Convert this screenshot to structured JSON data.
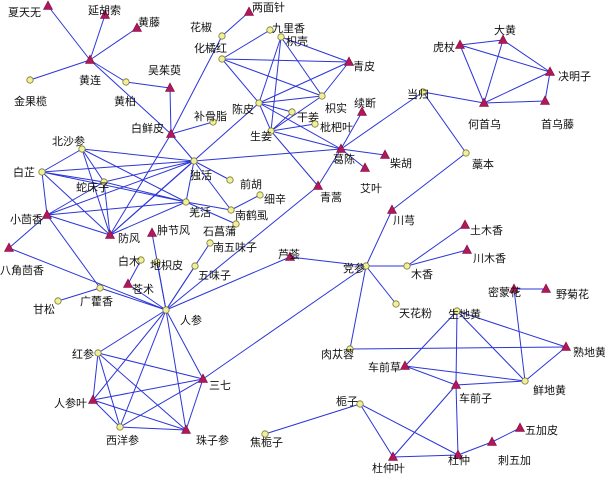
{
  "graph": {
    "nodes": [
      {
        "id": "xiatianwu",
        "label": "夏天无",
        "kind": "square"
      },
      {
        "id": "yanhusuo",
        "label": "延胡索",
        "kind": "square"
      },
      {
        "id": "huangteng",
        "label": "黄藤",
        "kind": "square"
      },
      {
        "id": "huanglian",
        "label": "黄连",
        "kind": "square"
      },
      {
        "id": "jinguolan",
        "label": "金果榄",
        "kind": "round"
      },
      {
        "id": "huangbai",
        "label": "黄柏",
        "kind": "round"
      },
      {
        "id": "wuzhuyu",
        "label": "吴茱萸",
        "kind": "square"
      },
      {
        "id": "huajiao",
        "label": "花椒",
        "kind": "round"
      },
      {
        "id": "liangmianzhen",
        "label": "两面针",
        "kind": "square"
      },
      {
        "id": "jiulixiang",
        "label": "九里香",
        "kind": "round"
      },
      {
        "id": "huajuhong",
        "label": "化橘红",
        "kind": "round"
      },
      {
        "id": "zhiqiao",
        "label": "枳壳",
        "kind": "round"
      },
      {
        "id": "qingpi",
        "label": "青皮",
        "kind": "square"
      },
      {
        "id": "chenpi",
        "label": "陈皮",
        "kind": "round"
      },
      {
        "id": "zhishi",
        "label": "枳实",
        "kind": "round"
      },
      {
        "id": "ganjiang",
        "label": "干姜",
        "kind": "round"
      },
      {
        "id": "pipaye",
        "label": "枇杷叶",
        "kind": "round"
      },
      {
        "id": "shengjiang",
        "label": "生姜",
        "kind": "round"
      },
      {
        "id": "xuduan",
        "label": "续断",
        "kind": "square"
      },
      {
        "id": "danggui",
        "label": "当归",
        "kind": "round"
      },
      {
        "id": "gegen",
        "label": "葛陈",
        "kind": "square"
      },
      {
        "id": "chaihu",
        "label": "柴胡",
        "kind": "square"
      },
      {
        "id": "aiye",
        "label": "艾叶",
        "kind": "square"
      },
      {
        "id": "qinghao",
        "label": "青蒿",
        "kind": "square"
      },
      {
        "id": "gaoben",
        "label": "藁本",
        "kind": "round"
      },
      {
        "id": "huzhang",
        "label": "虎杖",
        "kind": "square"
      },
      {
        "id": "dahuang",
        "label": "大黄",
        "kind": "square"
      },
      {
        "id": "juemingzi",
        "label": "决明子",
        "kind": "square"
      },
      {
        "id": "heshouwu",
        "label": "何首乌",
        "kind": "square"
      },
      {
        "id": "shouwuteng",
        "label": "首乌藤",
        "kind": "square"
      },
      {
        "id": "baixianpi",
        "label": "白鲜皮",
        "kind": "square"
      },
      {
        "id": "buguzhi",
        "label": "补骨脂",
        "kind": "round"
      },
      {
        "id": "beishashen",
        "label": "北沙参",
        "kind": "round"
      },
      {
        "id": "baizhi",
        "label": "白芷",
        "kind": "round"
      },
      {
        "id": "shechuangzi",
        "label": "蛇床子",
        "kind": "round"
      },
      {
        "id": "duhuo",
        "label": "独活",
        "kind": "round"
      },
      {
        "id": "qianhu",
        "label": "前胡",
        "kind": "round"
      },
      {
        "id": "xiaohuixiang",
        "label": "小茴香",
        "kind": "square"
      },
      {
        "id": "fangfeng",
        "label": "防风",
        "kind": "square"
      },
      {
        "id": "qianghuo",
        "label": "羌活",
        "kind": "round"
      },
      {
        "id": "nanhese",
        "label": "南鹤虱",
        "kind": "round"
      },
      {
        "id": "xixin",
        "label": "细辛",
        "kind": "round"
      },
      {
        "id": "shichangpu",
        "label": "石菖蒲",
        "kind": "round"
      },
      {
        "id": "chuanxiong",
        "label": "川芎",
        "kind": "square"
      },
      {
        "id": "tumuxiang",
        "label": "土木香",
        "kind": "square"
      },
      {
        "id": "chuanmuxiang",
        "label": "川木香",
        "kind": "square"
      },
      {
        "id": "bajiaohuixiang",
        "label": "八角茴香",
        "kind": "square"
      },
      {
        "id": "zhongjiefeng",
        "label": "肿节风",
        "kind": "square"
      },
      {
        "id": "nanwuweizi",
        "label": "南五味子",
        "kind": "round"
      },
      {
        "id": "baimu",
        "label": "白木",
        "kind": "round"
      },
      {
        "id": "dizhipi",
        "label": "地枳皮",
        "kind": "round"
      },
      {
        "id": "wuweizi",
        "label": "五味子",
        "kind": "round"
      },
      {
        "id": "luhui",
        "label": "芦荟",
        "kind": "square"
      },
      {
        "id": "dangshen",
        "label": "党参",
        "kind": "round"
      },
      {
        "id": "muxiang",
        "label": "木香",
        "kind": "round"
      },
      {
        "id": "cangzhu",
        "label": "苍术",
        "kind": "square"
      },
      {
        "id": "guanghuoxiang",
        "label": "广藿香",
        "kind": "round"
      },
      {
        "id": "gansong",
        "label": "甘松",
        "kind": "round"
      },
      {
        "id": "tianxianfen",
        "label": "天花粉",
        "kind": "round"
      },
      {
        "id": "renshen",
        "label": "人参",
        "kind": "round"
      },
      {
        "id": "mimenghua",
        "label": "密蒙花",
        "kind": "square"
      },
      {
        "id": "yejuhua",
        "label": "野菊花",
        "kind": "square"
      },
      {
        "id": "shengdihuang",
        "label": "生地黄",
        "kind": "round"
      },
      {
        "id": "shudihuang",
        "label": "熟地黄",
        "kind": "square"
      },
      {
        "id": "roucongrong",
        "label": "肉苁蓉",
        "kind": "round"
      },
      {
        "id": "hongshen",
        "label": "红参",
        "kind": "round"
      },
      {
        "id": "cheqiancao",
        "label": "车前草",
        "kind": "square"
      },
      {
        "id": "xiandihuang",
        "label": "鲜地黄",
        "kind": "round"
      },
      {
        "id": "sanqi",
        "label": "三七",
        "kind": "square"
      },
      {
        "id": "renshenye",
        "label": "人参叶",
        "kind": "square"
      },
      {
        "id": "cheqianzi",
        "label": "车前子",
        "kind": "square"
      },
      {
        "id": "zhizi",
        "label": "栀子",
        "kind": "round"
      },
      {
        "id": "wujiapi",
        "label": "五加皮",
        "kind": "square"
      },
      {
        "id": "xiyangshen",
        "label": "西洋参",
        "kind": "round"
      },
      {
        "id": "zhuzishen",
        "label": "珠子参",
        "kind": "square"
      },
      {
        "id": "jiaozhizi",
        "label": "焦栀子",
        "kind": "round"
      },
      {
        "id": "duzhongye",
        "label": "杜仲叶",
        "kind": "square"
      },
      {
        "id": "duzhong",
        "label": "杜仲",
        "kind": "square"
      },
      {
        "id": "ciwujia",
        "label": "刺五加",
        "kind": "square"
      }
    ],
    "edges": [
      [
        "yanhusuo",
        "huanglian"
      ],
      [
        "huangteng",
        "huanglian"
      ],
      [
        "xiatianwu",
        "huanglian"
      ],
      [
        "huanglian",
        "jinguolan"
      ],
      [
        "huanglian",
        "huangbai"
      ],
      [
        "huanglian",
        "baixianpi"
      ],
      [
        "huangbai",
        "wuzhuyu"
      ],
      [
        "baixianpi",
        "huajiao"
      ],
      [
        "huajiao",
        "liangmianzhen"
      ],
      [
        "baixianpi",
        "wuzhuyu"
      ],
      [
        "baixianpi",
        "buguzhi"
      ],
      [
        "baixianpi",
        "duhuo"
      ],
      [
        "baixianpi",
        "fangfeng"
      ],
      [
        "huajuhong",
        "chenpi"
      ],
      [
        "huajuhong",
        "zhishi"
      ],
      [
        "huajuhong",
        "qingpi"
      ],
      [
        "huajuhong",
        "jiulixiang"
      ],
      [
        "zhiqiao",
        "chenpi"
      ],
      [
        "zhiqiao",
        "zhishi"
      ],
      [
        "zhiqiao",
        "qingpi"
      ],
      [
        "zhiqiao",
        "shengjiang"
      ],
      [
        "qingpi",
        "chenpi"
      ],
      [
        "qingpi",
        "zhishi"
      ],
      [
        "chenpi",
        "zhishi"
      ],
      [
        "chenpi",
        "shengjiang"
      ],
      [
        "chenpi",
        "ganjiang"
      ],
      [
        "chenpi",
        "gegen"
      ],
      [
        "chenpi",
        "fangfeng"
      ],
      [
        "zhishi",
        "shengjiang"
      ],
      [
        "shengjiang",
        "pipaye"
      ],
      [
        "shengjiang",
        "gegen"
      ],
      [
        "shengjiang",
        "ganjiang"
      ],
      [
        "shengjiang",
        "qinghao"
      ],
      [
        "gegen",
        "xuduan"
      ],
      [
        "gegen",
        "chaihu"
      ],
      [
        "gegen",
        "aiye"
      ],
      [
        "gegen",
        "danggui"
      ],
      [
        "gegen",
        "duhuo"
      ],
      [
        "gegen",
        "qinghao"
      ],
      [
        "danggui",
        "gaoben"
      ],
      [
        "danggui",
        "heshouwu"
      ],
      [
        "gaoben",
        "chuanxiong"
      ],
      [
        "huzhang",
        "dahuang"
      ],
      [
        "huzhang",
        "heshouwu"
      ],
      [
        "huzhang",
        "juemingzi"
      ],
      [
        "dahuang",
        "heshouwu"
      ],
      [
        "dahuang",
        "juemingzi"
      ],
      [
        "juemingzi",
        "heshouwu"
      ],
      [
        "juemingzi",
        "shouwuteng"
      ],
      [
        "heshouwu",
        "shouwuteng"
      ],
      [
        "beishashen",
        "baizhi"
      ],
      [
        "beishashen",
        "duhuo"
      ],
      [
        "beishashen",
        "fangfeng"
      ],
      [
        "beishashen",
        "shechuangzi"
      ],
      [
        "beishashen",
        "qianghuo"
      ],
      [
        "baizhi",
        "duhuo"
      ],
      [
        "baizhi",
        "shechuangzi"
      ],
      [
        "baizhi",
        "xiaohuixiang"
      ],
      [
        "baizhi",
        "fangfeng"
      ],
      [
        "baizhi",
        "qianghuo"
      ],
      [
        "shechuangzi",
        "duhuo"
      ],
      [
        "shechuangzi",
        "xiaohuixiang"
      ],
      [
        "shechuangzi",
        "fangfeng"
      ],
      [
        "shechuangzi",
        "qianghuo"
      ],
      [
        "duhuo",
        "qianhu"
      ],
      [
        "duhuo",
        "qianghuo"
      ],
      [
        "duhuo",
        "nanhese"
      ],
      [
        "duhuo",
        "fangfeng"
      ],
      [
        "duhuo",
        "xiaohuixiang"
      ],
      [
        "qianghuo",
        "nanhese"
      ],
      [
        "qianghuo",
        "fangfeng"
      ],
      [
        "qianghuo",
        "shichangpu"
      ],
      [
        "qianghuo",
        "xiaohuixiang"
      ],
      [
        "nanhese",
        "xixin"
      ],
      [
        "xiaohuixiang",
        "fangfeng"
      ],
      [
        "xiaohuixiang",
        "bajiaohuixiang"
      ],
      [
        "xiaohuixiang",
        "guanghuoxiang"
      ],
      [
        "bajiaohuixiang",
        "renshen"
      ],
      [
        "zhongjiefeng",
        "renshen"
      ],
      [
        "nanwuweizi",
        "renshen"
      ],
      [
        "dizhipi",
        "renshen"
      ],
      [
        "wuweizi",
        "renshen"
      ],
      [
        "baimu",
        "cangzhu"
      ],
      [
        "cangzhu",
        "renshen"
      ],
      [
        "guanghuoxiang",
        "renshen"
      ],
      [
        "gansong",
        "guanghuoxiang"
      ],
      [
        "renshen",
        "luhui"
      ],
      [
        "renshen",
        "qinghao"
      ],
      [
        "renshen",
        "hongshen"
      ],
      [
        "renshen",
        "renshenye"
      ],
      [
        "renshen",
        "sanqi"
      ],
      [
        "renshen",
        "xiyangshen"
      ],
      [
        "renshen",
        "zhuzishen"
      ],
      [
        "luhui",
        "dangshen"
      ],
      [
        "dangshen",
        "roucongrong"
      ],
      [
        "dangshen",
        "chuanxiong"
      ],
      [
        "dangshen",
        "tianxianfen"
      ],
      [
        "sanqi",
        "dangshen"
      ],
      [
        "muxiang",
        "tumuxiang"
      ],
      [
        "muxiang",
        "chuanmuxiang"
      ],
      [
        "muxiang",
        "dangshen"
      ],
      [
        "hongshen",
        "renshenye"
      ],
      [
        "hongshen",
        "xiyangshen"
      ],
      [
        "hongshen",
        "zhuzishen"
      ],
      [
        "hongshen",
        "sanqi"
      ],
      [
        "renshenye",
        "xiyangshen"
      ],
      [
        "renshenye",
        "zhuzishen"
      ],
      [
        "renshenye",
        "sanqi"
      ],
      [
        "xiyangshen",
        "zhuzishen"
      ],
      [
        "xiyangshen",
        "sanqi"
      ],
      [
        "zhuzishen",
        "sanqi"
      ],
      [
        "roucongrong",
        "shudihuang"
      ],
      [
        "mimenghua",
        "yejuhua"
      ],
      [
        "mimenghua",
        "xiandihuang"
      ],
      [
        "shengdihuang",
        "cheqiancao"
      ],
      [
        "shengdihuang",
        "cheqianzi"
      ],
      [
        "shengdihuang",
        "xiandihuang"
      ],
      [
        "shengdihuang",
        "shudihuang"
      ],
      [
        "shudihuang",
        "xiandihuang"
      ],
      [
        "cheqiancao",
        "xiandihuang"
      ],
      [
        "cheqianzi",
        "xiandihuang"
      ],
      [
        "cheqianzi",
        "cheqiancao"
      ],
      [
        "cheqianzi",
        "duzhong"
      ],
      [
        "cheqianzi",
        "duzhongye"
      ],
      [
        "zhizi",
        "jiaozhizi"
      ],
      [
        "zhizi",
        "duzhongye"
      ],
      [
        "zhizi",
        "duzhong"
      ],
      [
        "duzhongye",
        "duzhong"
      ],
      [
        "duzhong",
        "ciwujia"
      ],
      [
        "wujiapi",
        "ciwujia"
      ]
    ]
  }
}
